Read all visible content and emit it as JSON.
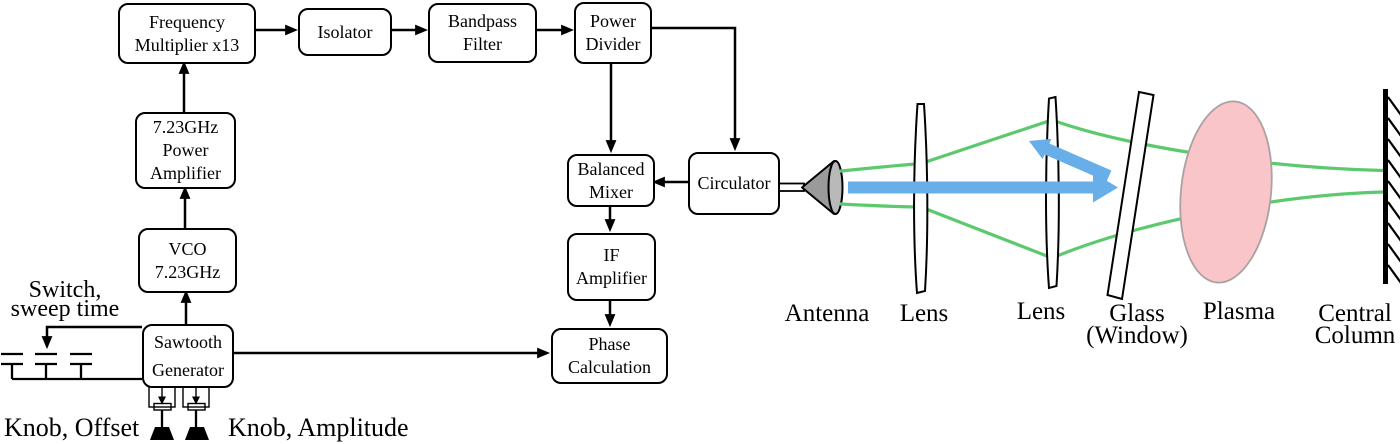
{
  "figure": {
    "description": "Block diagram of a sweep-frequency microwave interferometer with quasi-optical beam path",
    "background": "#ffffff"
  },
  "colors": {
    "ink": "#000000",
    "beam_green": "#5dc96e",
    "beam_blue": "#68aee8",
    "plasma_fill": "#f9c5c8",
    "plasma_stroke": "#a9a2a2",
    "horn_fill": "#9a9a9a",
    "horn_mouth_fill": "#b9b9b9"
  },
  "blocks": {
    "freq_mult": {
      "lines": [
        "Frequency",
        "Multiplier x13"
      ]
    },
    "isolator": {
      "lines": [
        "Isolator"
      ]
    },
    "bandpass": {
      "lines": [
        "Bandpass",
        "Filter"
      ]
    },
    "power_divider": {
      "lines": [
        "Power",
        "Divider"
      ]
    },
    "power_amp": {
      "lines": [
        "7.23GHz",
        "Power",
        "Amplifier"
      ]
    },
    "vco": {
      "lines": [
        "VCO",
        "7.23GHz"
      ]
    },
    "balanced_mixer": {
      "lines": [
        "Balanced",
        "Mixer"
      ]
    },
    "circulator": {
      "lines": [
        "Circulator"
      ]
    },
    "if_amp": {
      "lines": [
        "IF",
        "Amplifier"
      ]
    },
    "phase_calc": {
      "lines": [
        "Phase",
        "Calculation"
      ]
    },
    "sawtooth": {
      "lines": [
        "Sawtooth",
        "Generator"
      ]
    }
  },
  "annotations": {
    "switch_line1": "Switch,",
    "switch_line2": "sweep time",
    "knob_offset": "Knob, Offset",
    "knob_amplitude": "Knob, Amplitude"
  },
  "optics_labels": {
    "antenna": "Antenna",
    "lens1": "Lens",
    "lens2": "Lens",
    "glass_line1": "Glass",
    "glass_line2": "(Window)",
    "plasma": "Plasma",
    "column_line1": "Central",
    "column_line2": "Column"
  }
}
